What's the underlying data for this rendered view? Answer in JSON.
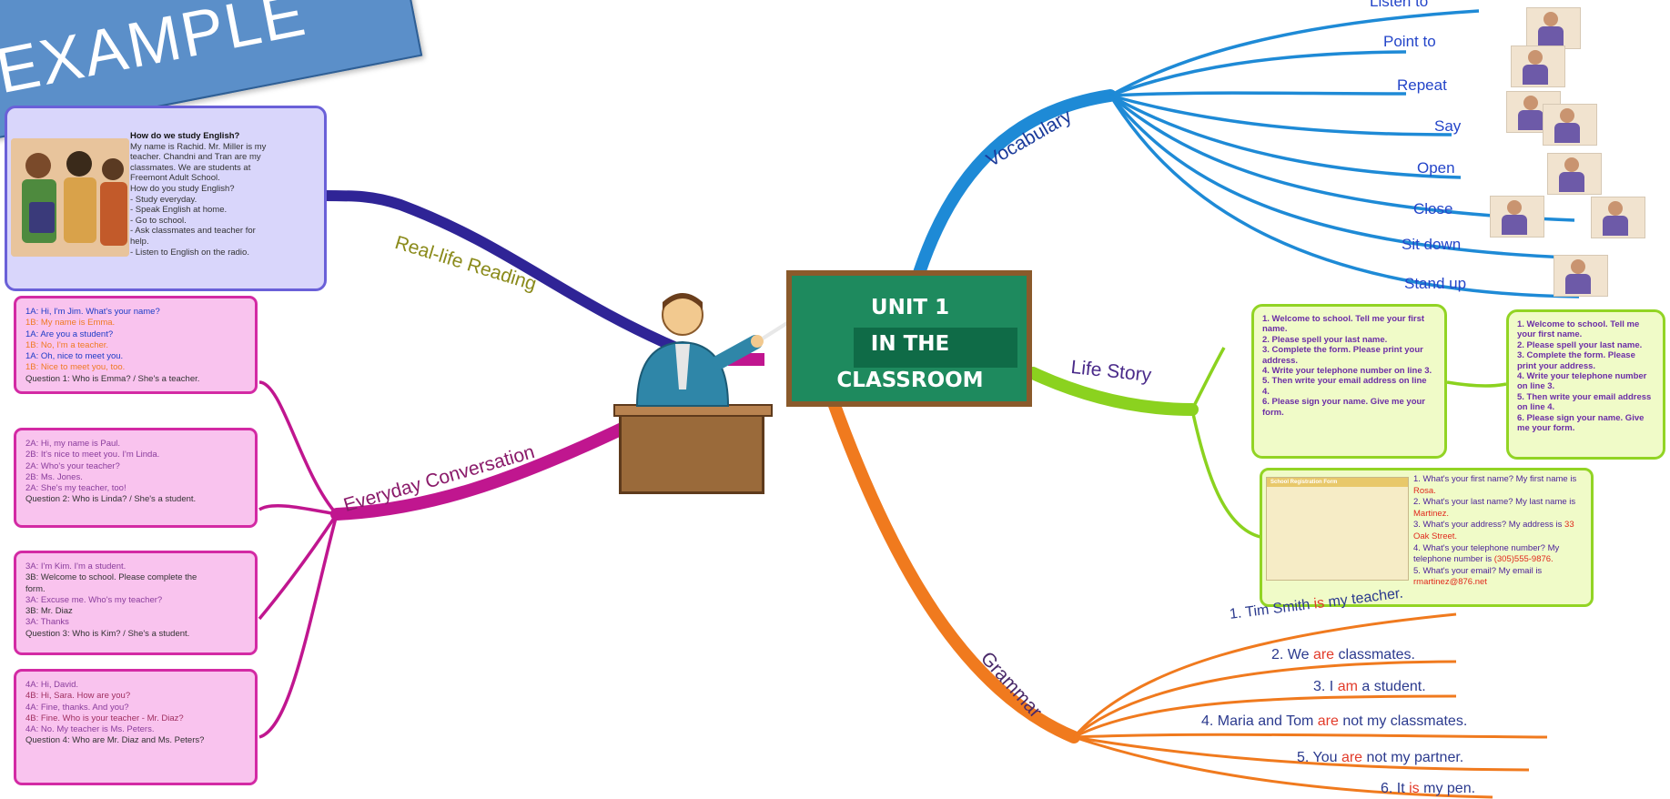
{
  "watermark": "EXAMPLE",
  "center": {
    "title_line1": "UNIT 1",
    "title_line2": "IN THE",
    "title_line3": "CLASSROOM",
    "teacher_icon": "teacher-icon"
  },
  "branches": {
    "vocabulary": "Vocabulary",
    "life_story": "Life Story",
    "grammar": "Grammar",
    "everyday_conversation": "Everyday Conversation",
    "real_life_reading": "Real-life Reading"
  },
  "vocabulary_items": [
    "Listen to",
    "Point to",
    "Repeat",
    "Say",
    "Open",
    "Close",
    "Sit down",
    "Stand up"
  ],
  "reading": {
    "title": "How do we study English?",
    "lines": [
      "My name is Rachid. Mr. Miller is my",
      "teacher. Chandni and Tran are my",
      "classmates. We are students at",
      "Freemont Adult School.",
      "How do you study English?",
      "- Study everyday.",
      "- Speak English at home.",
      "- Go to school.",
      "- Ask classmates and teacher for",
      "help.",
      "- Listen to English on the radio."
    ]
  },
  "conversations": [
    {
      "lines": [
        {
          "t": "1A: Hi, I'm Jim. What's your name?",
          "c": "blue"
        },
        {
          "t": "1B: My name is Emma.",
          "c": "orange"
        },
        {
          "t": "1A: Are you a student?",
          "c": "blue"
        },
        {
          "t": "1B: No, I'm a teacher.",
          "c": "orange"
        },
        {
          "t": "1A: Oh, nice to meet you.",
          "c": "blue"
        },
        {
          "t": "1B: Nice to meet you, too.",
          "c": "orange"
        },
        {
          "t": "Question 1: Who is Emma? / She's a teacher.",
          "c": "dark"
        }
      ]
    },
    {
      "lines": [
        {
          "t": "2A: Hi, my name is Paul.",
          "c": "purple"
        },
        {
          "t": "2B: It's nice to meet you. I'm Linda.",
          "c": "purple"
        },
        {
          "t": "2A: Who's your teacher?",
          "c": "purple"
        },
        {
          "t": "2B: Ms. Jones.",
          "c": "purple"
        },
        {
          "t": "2A: She's my teacher, too!",
          "c": "purple"
        },
        {
          "t": "Question 2: Who is Linda? / She's a student.",
          "c": "dark"
        }
      ]
    },
    {
      "lines": [
        {
          "t": "3A: I'm Kim. I'm a student.",
          "c": "purple"
        },
        {
          "t": "3B: Welcome to school. Please complete the",
          "c": "dark"
        },
        {
          "t": "form.",
          "c": "dark"
        },
        {
          "t": "3A: Excuse me. Who's my teacher?",
          "c": "purple"
        },
        {
          "t": "3B: Mr. Diaz",
          "c": "dark"
        },
        {
          "t": "3A: Thanks",
          "c": "purple"
        },
        {
          "t": "Question 3: Who is Kim? / She's a student.",
          "c": "dark"
        }
      ]
    },
    {
      "lines": [
        {
          "t": "4A: Hi, David.",
          "c": "purple"
        },
        {
          "t": "4B: Hi, Sara. How are you?",
          "c": "maroon"
        },
        {
          "t": "4A: Fine, thanks. And you?",
          "c": "purple"
        },
        {
          "t": "4B: Fine. Who is your teacher - Mr. Diaz?",
          "c": "maroon"
        },
        {
          "t": "4A: No. My teacher is Ms. Peters.",
          "c": "purple"
        },
        {
          "t": "Question 4: Who are Mr. Diaz and Ms. Peters?",
          "c": "dark"
        }
      ]
    }
  ],
  "life_story_instructions": [
    "1. Welcome to school. Tell me your first name.",
    "2. Please spell your last name.",
    "3. Complete the form. Please print your address.",
    "4. Write your telephone number on line 3.",
    "5. Then write your email address on line 4.",
    "6. Please sign your name. Give me your form."
  ],
  "registration": {
    "form_title": "School Registration Form",
    "qa": [
      {
        "q": "1. What's your first name? My first name is ",
        "a": "Rosa."
      },
      {
        "q": "2. What's your last name? My last name is ",
        "a": "Martinez."
      },
      {
        "q": "3. What's your address? My address is ",
        "a": "33 Oak Street."
      },
      {
        "q": "4. What's your telephone number? My telephone number is ",
        "a": "(305)555-9876."
      },
      {
        "q": "5. What's your email? My email is ",
        "a": "rmartinez@876.net"
      }
    ]
  },
  "grammar_items": [
    {
      "pre": "1. Tim Smith ",
      "verb": "is",
      "post": " my teacher."
    },
    {
      "pre": "2. We ",
      "verb": "are",
      "post": " classmates."
    },
    {
      "pre": "3. I ",
      "verb": "am",
      "post": " a student."
    },
    {
      "pre": "4. Maria and Tom ",
      "verb": "are",
      "post": " not my classmates."
    },
    {
      "pre": "5. You ",
      "verb": "are",
      "post": " not my partner."
    },
    {
      "pre": "6. It ",
      "verb": "is",
      "post": " my pen."
    }
  ],
  "colors": {
    "vocabulary": "#1e8ad6",
    "life_story": "#8bd21f",
    "grammar": "#f07a1e",
    "conversation": "#c0168f",
    "reading": "#2f2496"
  }
}
